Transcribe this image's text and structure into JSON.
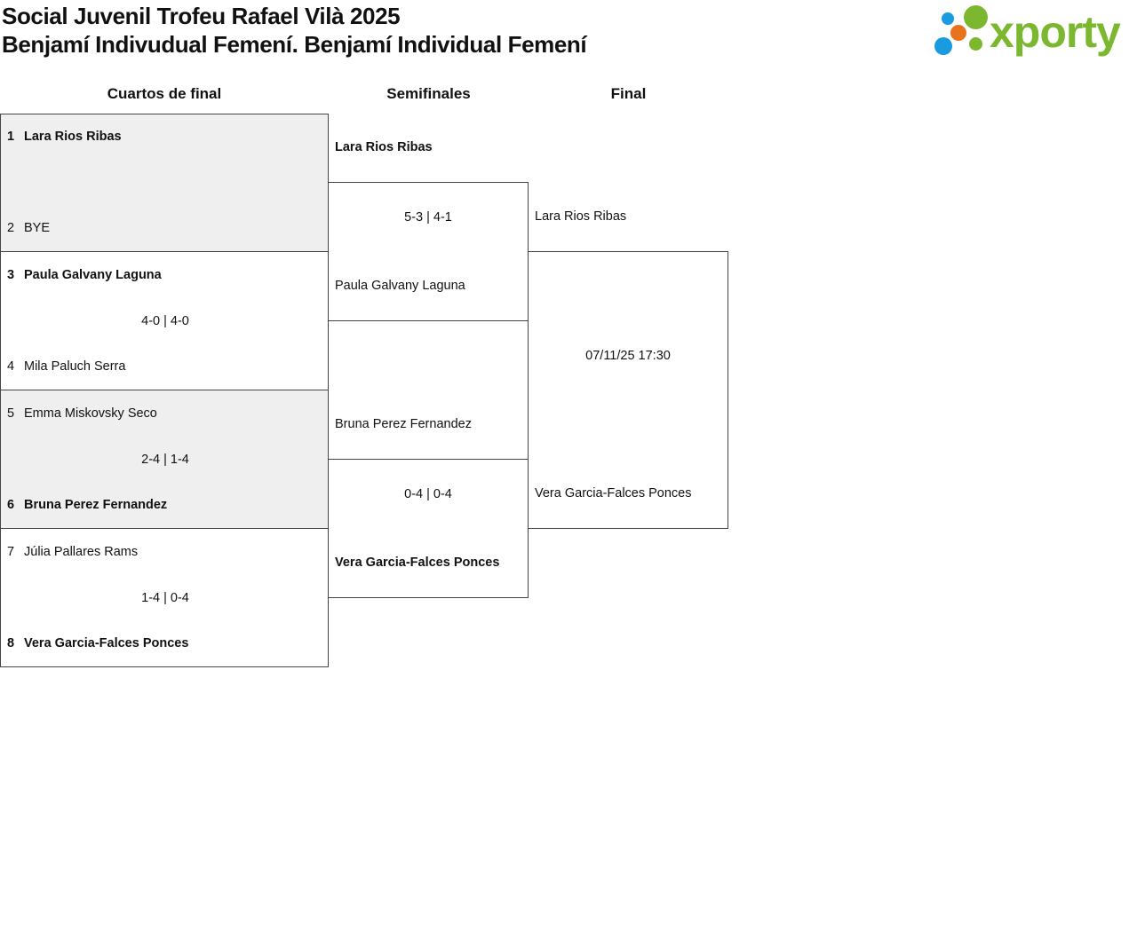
{
  "header": {
    "title": "Social Juvenil Trofeu Rafael Vilà 2025",
    "subtitle": "Benjamí Indivudual Femení. Benjamí Individual Femení"
  },
  "logo": {
    "text": "xporty",
    "colors": {
      "green": "#7cb82f",
      "orange": "#e8731e",
      "blue": "#1a9be0"
    }
  },
  "rounds": {
    "quarterfinals": "Cuartos de final",
    "semifinals": "Semifinales",
    "final": "Final"
  },
  "quarterfinals": [
    {
      "top": {
        "seed": "1",
        "name": "Lara Rios Ribas",
        "winner": true
      },
      "bottom": {
        "seed": "2",
        "name": "BYE",
        "winner": false
      },
      "score": ""
    },
    {
      "top": {
        "seed": "3",
        "name": "Paula Galvany Laguna",
        "winner": true
      },
      "bottom": {
        "seed": "4",
        "name": "Mila Paluch Serra",
        "winner": false
      },
      "score": "4-0 | 4-0"
    },
    {
      "top": {
        "seed": "5",
        "name": "Emma Miskovsky Seco",
        "winner": false
      },
      "bottom": {
        "seed": "6",
        "name": "Bruna Perez Fernandez",
        "winner": true
      },
      "score": "2-4 | 1-4"
    },
    {
      "top": {
        "seed": "7",
        "name": "Júlia Pallares Rams",
        "winner": false
      },
      "bottom": {
        "seed": "8",
        "name": "Vera Garcia-Falces Ponces",
        "winner": true
      },
      "score": "1-4 | 0-4"
    }
  ],
  "semifinals": [
    {
      "top": {
        "name": "Lara Rios Ribas",
        "winner": true
      },
      "bottom": {
        "name": "Paula Galvany Laguna",
        "winner": false
      },
      "score": "5-3 | 4-1"
    },
    {
      "top": {
        "name": "Bruna Perez Fernandez",
        "winner": false
      },
      "bottom": {
        "name": "Vera Garcia-Falces Ponces",
        "winner": true
      },
      "score": "0-4 | 0-4"
    }
  ],
  "final": {
    "top": {
      "name": "Lara Rios Ribas"
    },
    "bottom": {
      "name": "Vera Garcia-Falces Ponces"
    },
    "datetime": "07/11/25 17:30"
  }
}
